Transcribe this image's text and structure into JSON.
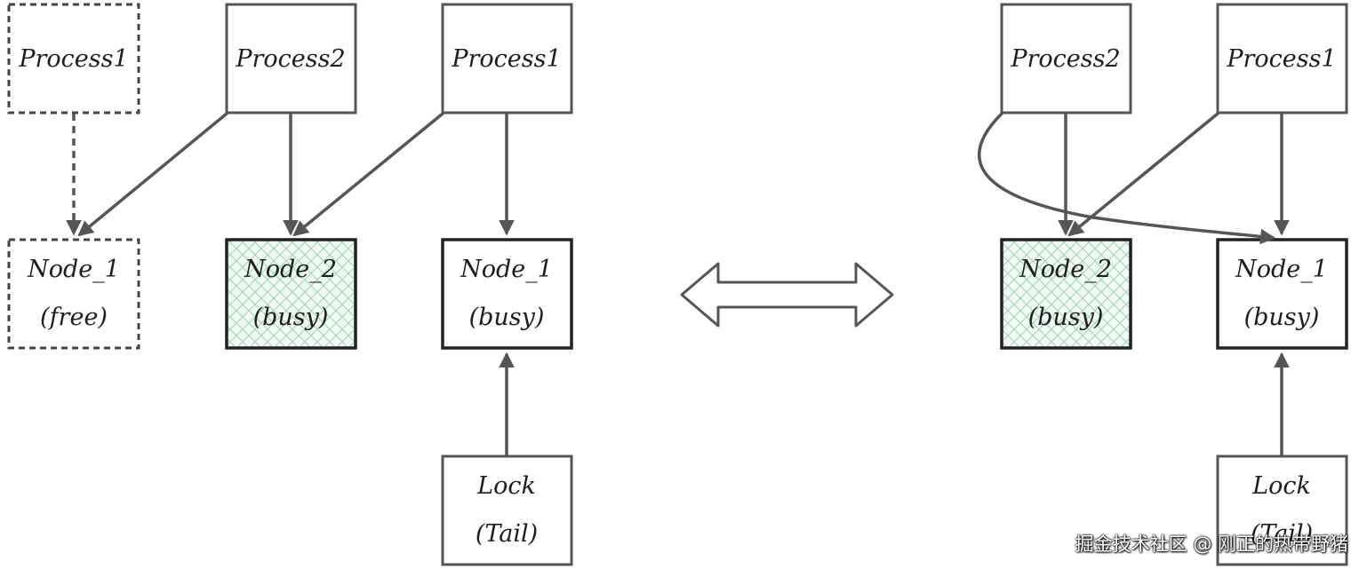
{
  "colors": {
    "stroke": "#555555",
    "busy_stroke": "#222222",
    "hatch": "#a6d8bd",
    "text": "#1e1e1e"
  },
  "left": {
    "process1_free": "Process1",
    "process2": "Process2",
    "process1": "Process1",
    "node1_free": {
      "name": "Node_1",
      "state": "(free)"
    },
    "node2": {
      "name": "Node_2",
      "state": "(busy)"
    },
    "node1": {
      "name": "Node_1",
      "state": "(busy)"
    },
    "lock": {
      "name": "Lock",
      "sub": "(Tail)"
    }
  },
  "right": {
    "process2": "Process2",
    "process1": "Process1",
    "node2": {
      "name": "Node_2",
      "state": "(busy)"
    },
    "node1": {
      "name": "Node_1",
      "state": "(busy)"
    },
    "lock": {
      "name": "Lock",
      "sub": "(Tail)"
    }
  },
  "watermark": "掘金技术社区 @ 刚正的热带野猪"
}
